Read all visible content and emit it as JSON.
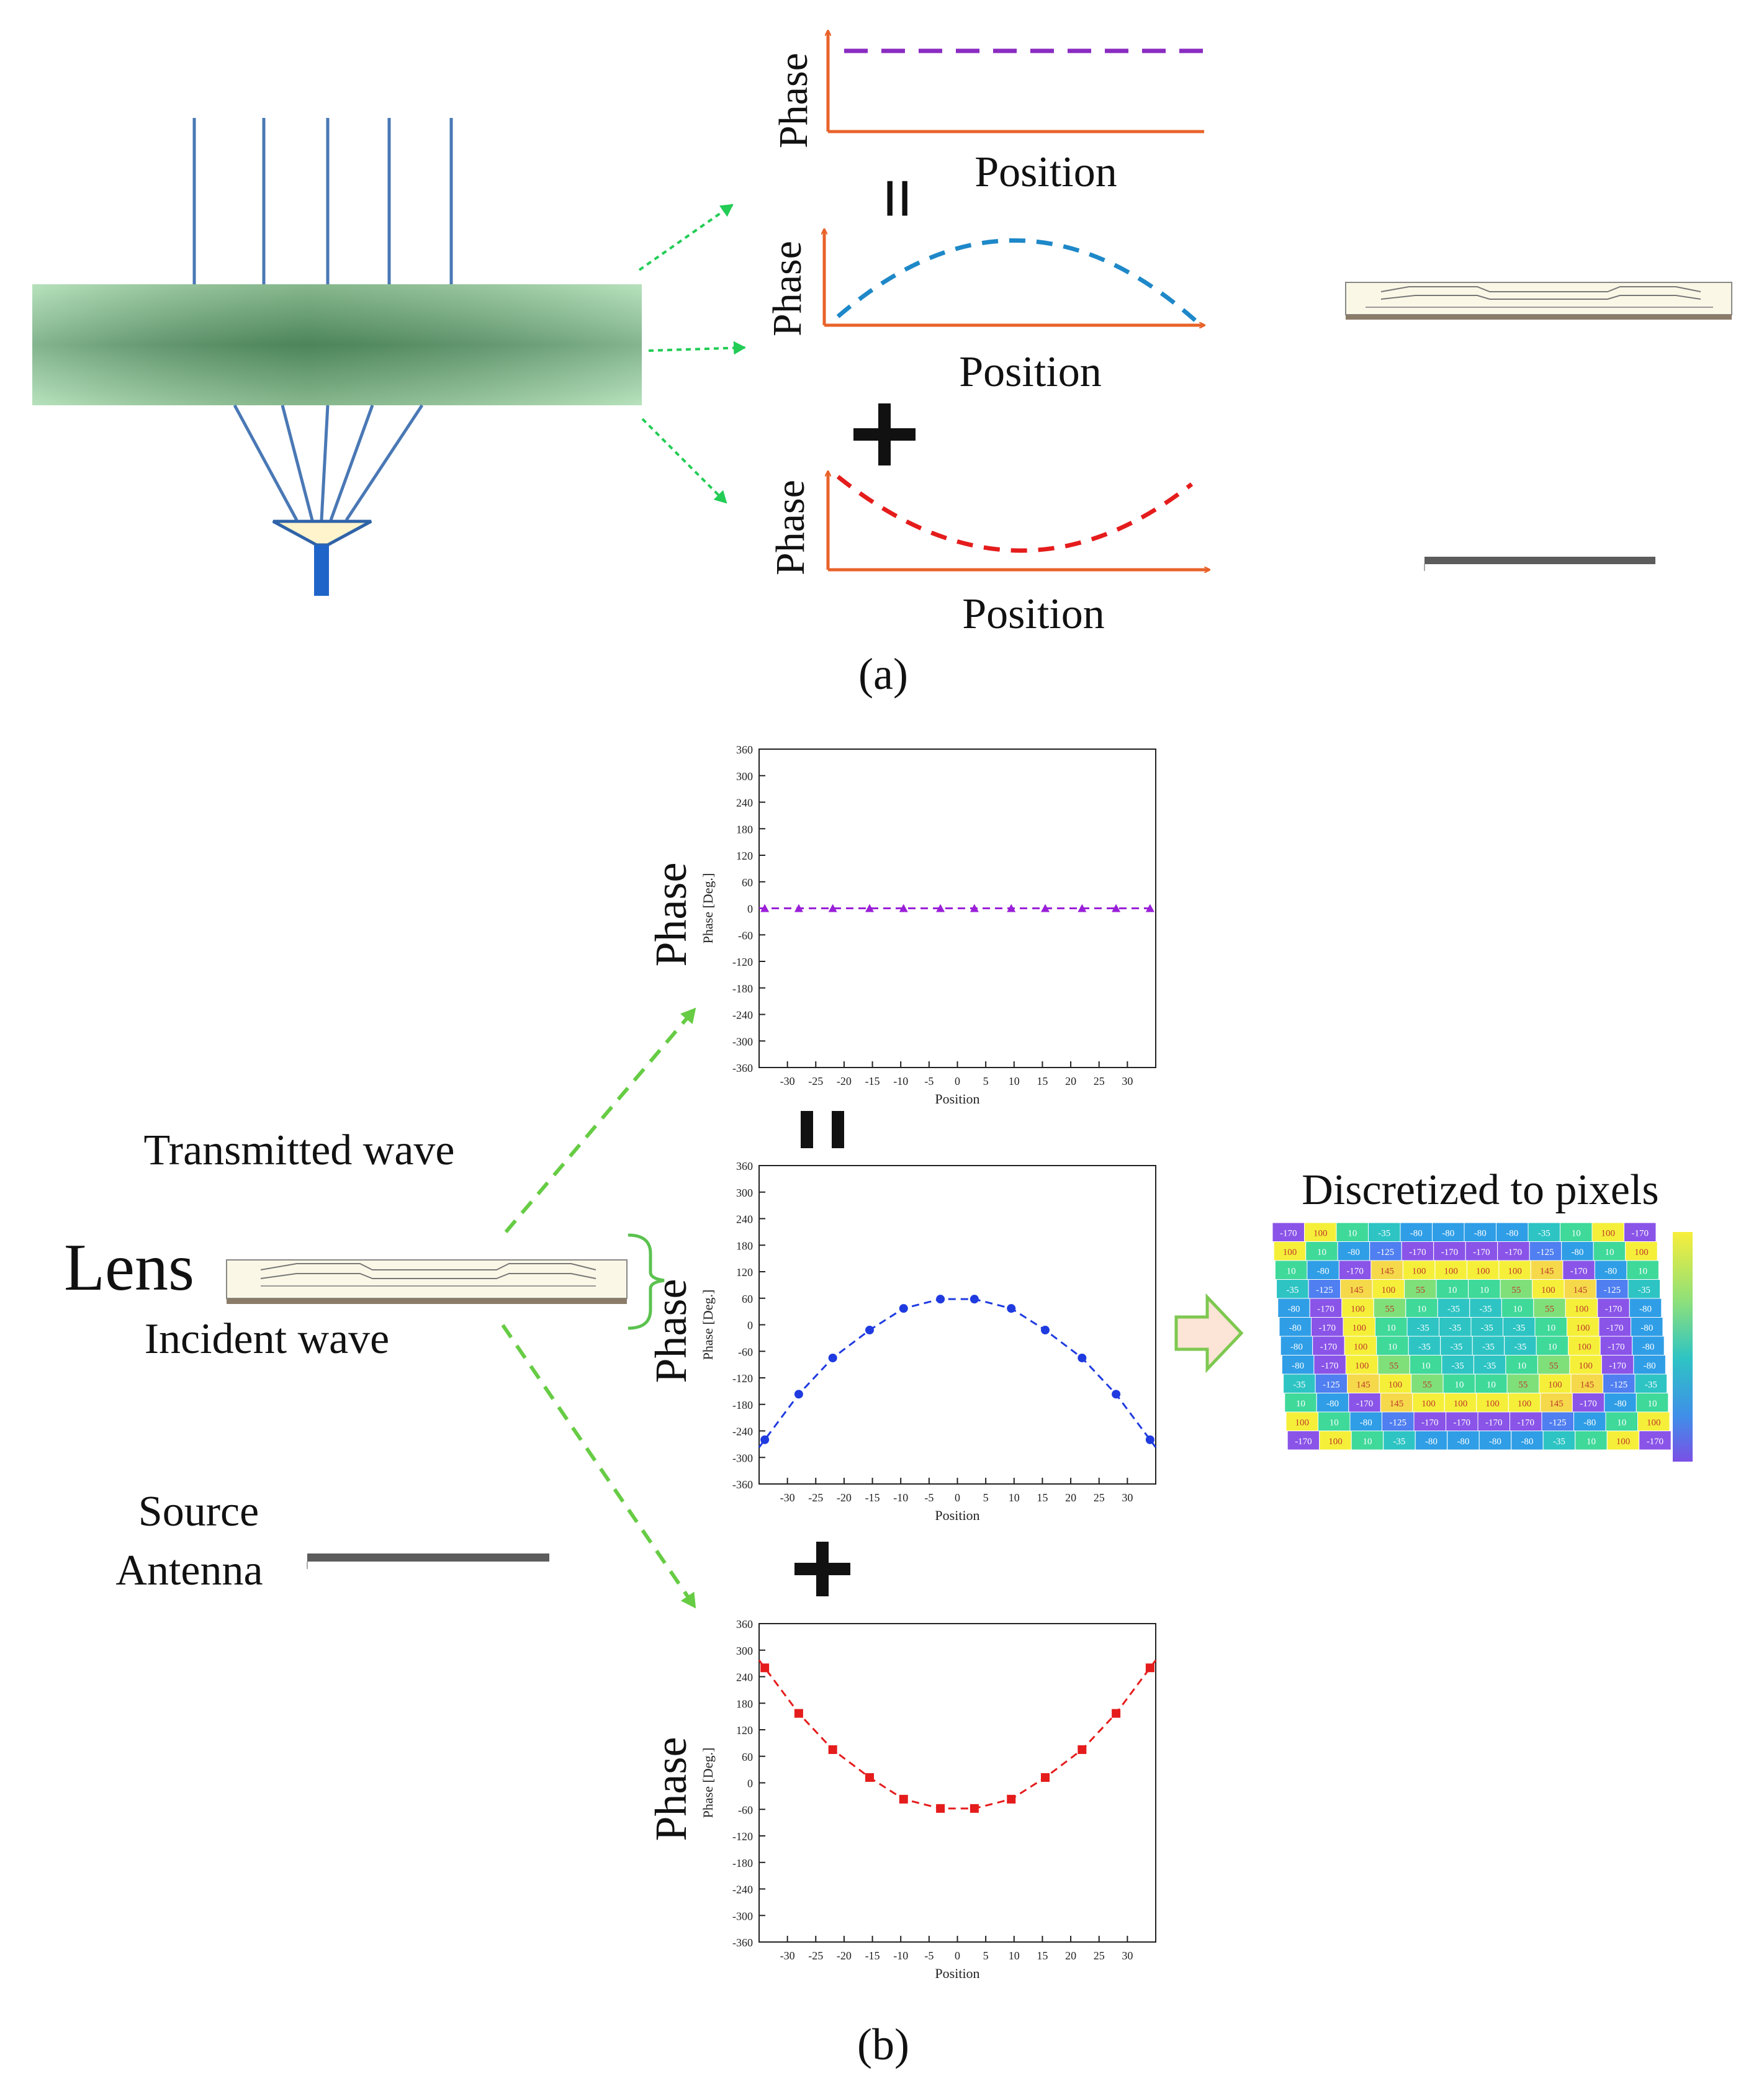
{
  "panel_a": {
    "caption": "(a)",
    "plot_ylabel": "Phase",
    "plot_xlabel": "Position",
    "equals_sign": "=",
    "plus_sign": "+"
  },
  "panel_b": {
    "caption": "(b)",
    "labels": {
      "transmitted": "Transmitted wave",
      "lens": "Lens",
      "incident": "Incident wave",
      "source": "Source",
      "antenna": "Antenna",
      "discretized": "Discretized to pixels"
    },
    "equals_sign": "=",
    "plus_sign": "+",
    "plot_ylabel_large": "Phase",
    "plot_ylabel_small": "Phase [Deg.]",
    "plot_xlabel": "Position",
    "y_ticks": [
      360,
      300,
      240,
      180,
      120,
      60,
      0,
      -60,
      -120,
      -180,
      -240,
      -300,
      -360
    ],
    "x_ticks": [
      -30,
      -25,
      -20,
      -15,
      -10,
      -5,
      0,
      5,
      10,
      15,
      20,
      25,
      30
    ],
    "pixel_grid": [
      [
        "-170",
        "100",
        "10",
        "-35",
        "-80",
        "-80",
        "-80",
        "-80",
        "-35",
        "10",
        "100",
        "-170"
      ],
      [
        "100",
        "10",
        "-80",
        "-125",
        "-170",
        "-170",
        "-170",
        "-170",
        "-125",
        "-80",
        "10",
        "100"
      ],
      [
        "10",
        "-80",
        "-170",
        "145",
        "100",
        "100",
        "100",
        "100",
        "145",
        "-170",
        "-80",
        "10"
      ],
      [
        "-35",
        "-125",
        "145",
        "100",
        "55",
        "10",
        "10",
        "55",
        "100",
        "145",
        "-125",
        "-35"
      ],
      [
        "-80",
        "-170",
        "100",
        "55",
        "10",
        "-35",
        "-35",
        "10",
        "55",
        "100",
        "-170",
        "-80"
      ],
      [
        "-80",
        "-170",
        "100",
        "10",
        "-35",
        "-35",
        "-35",
        "-35",
        "10",
        "100",
        "-170",
        "-80"
      ],
      [
        "-80",
        "-170",
        "100",
        "10",
        "-35",
        "-35",
        "-35",
        "-35",
        "10",
        "100",
        "-170",
        "-80"
      ],
      [
        "-80",
        "-170",
        "100",
        "55",
        "10",
        "-35",
        "-35",
        "10",
        "55",
        "100",
        "-170",
        "-80"
      ],
      [
        "-35",
        "-125",
        "145",
        "100",
        "55",
        "10",
        "10",
        "55",
        "100",
        "145",
        "-125",
        "-35"
      ],
      [
        "10",
        "-80",
        "-170",
        "145",
        "100",
        "100",
        "100",
        "100",
        "145",
        "-170",
        "-80",
        "10"
      ],
      [
        "100",
        "10",
        "-80",
        "-125",
        "-170",
        "-170",
        "-170",
        "-170",
        "-125",
        "-80",
        "10",
        "100"
      ],
      [
        "-170",
        "100",
        "10",
        "-35",
        "-80",
        "-80",
        "-80",
        "-80",
        "-35",
        "10",
        "100",
        "-170"
      ]
    ]
  },
  "chart_data": [
    {
      "type": "line",
      "ylabel": "Phase [Deg.]",
      "xlabel": "Position",
      "ylim": [
        -360,
        360
      ],
      "xlim": [
        -35,
        35
      ],
      "color": "#9a1fd8",
      "x": [
        -34,
        -28,
        -22,
        -15.5,
        -9.5,
        -3,
        3,
        9.5,
        15.5,
        22,
        28,
        34
      ],
      "y": [
        0,
        0,
        0,
        0,
        0,
        0,
        0,
        0,
        0,
        0,
        0,
        0
      ]
    },
    {
      "type": "line",
      "ylabel": "Phase [Deg.]",
      "xlabel": "Position",
      "ylim": [
        -360,
        360
      ],
      "xlim": [
        -35,
        35
      ],
      "color": "#1f3be0",
      "x": [
        -34,
        -28,
        -22,
        -15.5,
        -9.5,
        -3,
        3,
        9.5,
        15.5,
        22,
        28,
        34
      ],
      "y": [
        -260,
        -157,
        -75,
        -12,
        37,
        58,
        58,
        37,
        -12,
        -75,
        -157,
        -260
      ]
    },
    {
      "type": "line",
      "ylabel": "Phase [Deg.]",
      "xlabel": "Position",
      "ylim": [
        -360,
        360
      ],
      "xlim": [
        -35,
        35
      ],
      "color": "#e51c1c",
      "x": [
        -34,
        -28,
        -22,
        -15.5,
        -9.5,
        -3,
        3,
        9.5,
        15.5,
        22,
        28,
        34
      ],
      "y": [
        260,
        157,
        75,
        12,
        -37,
        -58,
        -58,
        -37,
        12,
        75,
        157,
        260
      ]
    }
  ]
}
